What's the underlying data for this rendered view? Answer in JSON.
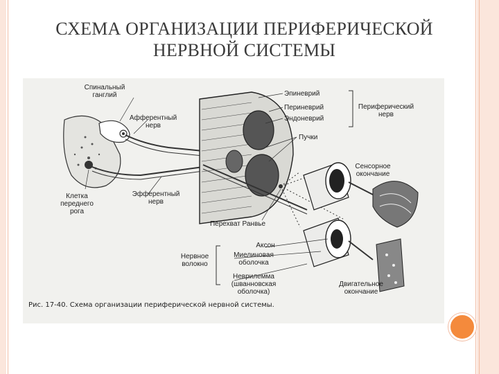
{
  "slide": {
    "title_line1": "СХЕМА ОРГАНИЗАЦИИ ПЕРИФЕРИЧЕСКОЙ",
    "title_line2": "НЕРВНОЙ СИСТЕМЫ"
  },
  "figure": {
    "labels": {
      "spinal_ganglion_1": "Спинальный",
      "spinal_ganglion_2": "ганглий",
      "afferent_1": "Афферентный",
      "afferent_2": "нерв",
      "efferent_1": "Эфферентный",
      "efferent_2": "нерв",
      "anterior_horn_1": "Клетка",
      "anterior_horn_2": "переднего",
      "anterior_horn_3": "рога",
      "epineurium": "Эпиневрий",
      "perineurium": "Периневрий",
      "endoneurium": "Эндоневрий",
      "peripheral_nerve_1": "Периферический",
      "peripheral_nerve_2": "нерв",
      "fascicles": "Пучки",
      "sensory_ending_1": "Сенсорное",
      "sensory_ending_2": "окончание",
      "node_ranvier": "Перехват Ранвье",
      "axon": "Аксон",
      "nerve_fiber_1": "Нервное",
      "nerve_fiber_2": "волокно",
      "myelin_1": "Миелиновая",
      "myelin_2": "оболочка",
      "neurilemma_1": "Неврилемма",
      "neurilemma_2": "(шванновская",
      "neurilemma_3": "оболочка)",
      "motor_ending_1": "Двигательное",
      "motor_ending_2": "окончание"
    },
    "caption": "Рис. 17-40. Схема организации периферической нервной системы."
  }
}
